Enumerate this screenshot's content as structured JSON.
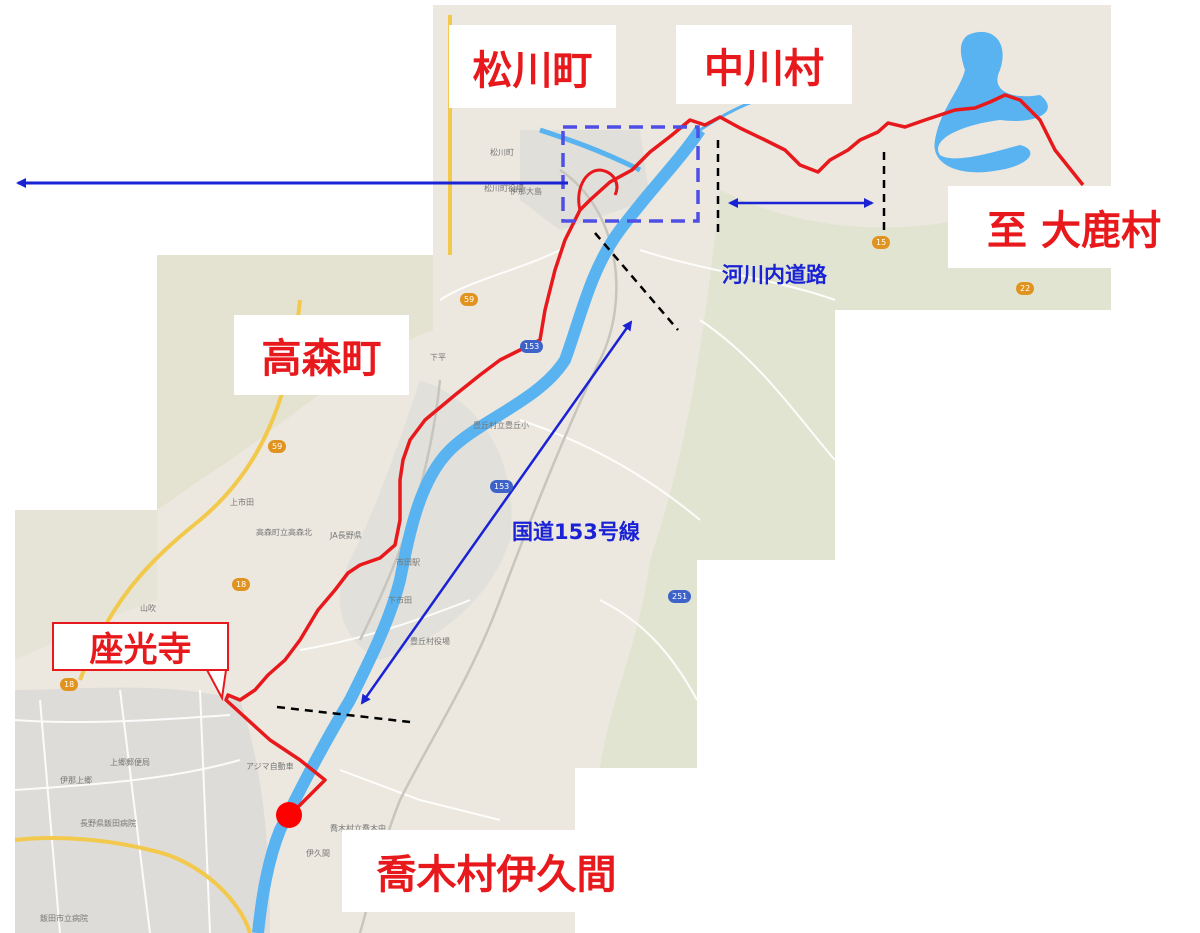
{
  "labels": {
    "matsukawa": "松川町",
    "nakagawa": "中川村",
    "takamori": "高森町",
    "oshika": "至 大鹿村",
    "zakoji": "座光寺",
    "takagi": "喬木村伊久間"
  },
  "annotations": {
    "river_road": "河川内道路",
    "route153": "国道153号線"
  },
  "map_text": {
    "matsukawa_town": "松川町",
    "matsukawa_office": "松川町役場",
    "toyooka_school": "豊丘村立豊丘小",
    "tenryu_hs": "長野県飯田病院",
    "ichida": "市田駅",
    "shimoichida": "下市田",
    "takamori_kita": "高森町立高森北",
    "ja": "JA長野県",
    "kamigo": "上郷郵便局",
    "takagi_school": "喬木村立喬木中",
    "iida_hospital": "飯田市立病院",
    "ina_kamisato": "伊那上郷",
    "azuma": "アジマ自動車",
    "yamabuki": "山吹",
    "kamiichida": "上市田",
    "ikuma": "伊久間",
    "toyooka_office": "豊丘村役場",
    "sakaeda": "下平",
    "ina_oshima": "伊那大島",
    "route_numbers": [
      "153",
      "153",
      "59",
      "18",
      "15",
      "22",
      "251",
      "59",
      "18"
    ]
  },
  "colors": {
    "route": "#e8191c",
    "arrow": "#1a22d6",
    "box": "#4f4fe6",
    "river": "#58b3f0",
    "road_major": "#f2c94c",
    "dashed": "#000000"
  }
}
